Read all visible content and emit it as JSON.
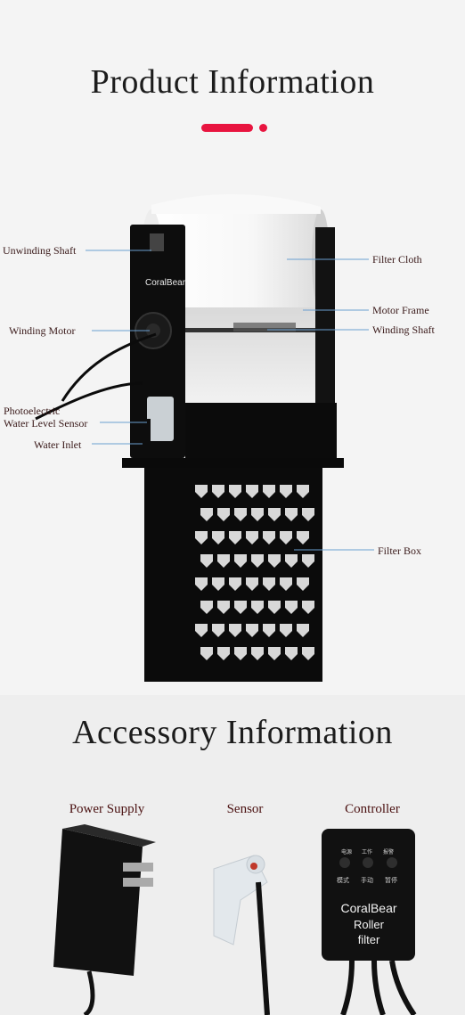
{
  "header": {
    "title": "Product Information"
  },
  "product": {
    "brand_text": "CoralBear",
    "labels": {
      "unwinding_shaft": "Unwinding Shaft",
      "winding_motor": "Winding Motor",
      "photoelectric_line1": "Photoelectric",
      "photoelectric_line2": "Water Level Sensor",
      "water_inlet": "Water Inlet",
      "filter_cloth": "Filter Cloth",
      "motor_frame": "Motor Frame",
      "winding_shaft": "Winding Shaft",
      "filter_box": "Filter Box"
    }
  },
  "accessories": {
    "title": "Accessory Information",
    "items": [
      {
        "label": "Power Supply"
      },
      {
        "label": "Sensor"
      },
      {
        "label": "Controller"
      }
    ],
    "controller": {
      "button_labels_top": [
        "电源",
        "工作",
        "报警"
      ],
      "button_labels_bottom": [
        "模式",
        "手动",
        "暂停"
      ],
      "brand": "CoralBear",
      "line2": "Roller",
      "line3": "filter"
    }
  },
  "colors": {
    "accent": "#e8143f",
    "leader_line": "#6a9fd0"
  }
}
